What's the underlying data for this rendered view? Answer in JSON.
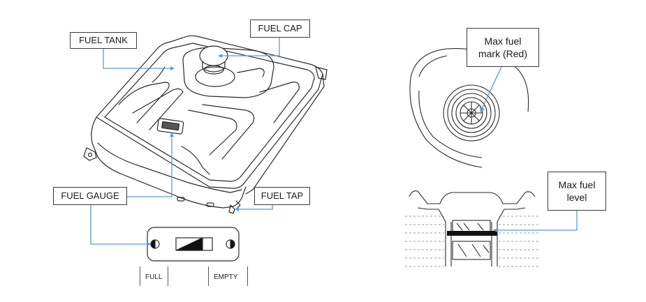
{
  "left_diagram": {
    "labels": {
      "fuel_tank": "FUEL TANK",
      "fuel_cap": "FUEL CAP",
      "fuel_gauge": "FUEL GAUGE",
      "fuel_tap": "FUEL TAP"
    },
    "gauge": {
      "full_label": "FULL",
      "empty_label": "EMPTY"
    }
  },
  "right_diagram": {
    "labels": {
      "max_fuel_mark_line1": "Max fuel",
      "max_fuel_mark_line2": "mark (Red)",
      "max_fuel_level_line1": "Max fuel",
      "max_fuel_level_line2": "level"
    }
  },
  "colors": {
    "leader_line": "#5b9bd5",
    "drawing_stroke": "#2a2a2a",
    "max_level_band": "#111111"
  }
}
